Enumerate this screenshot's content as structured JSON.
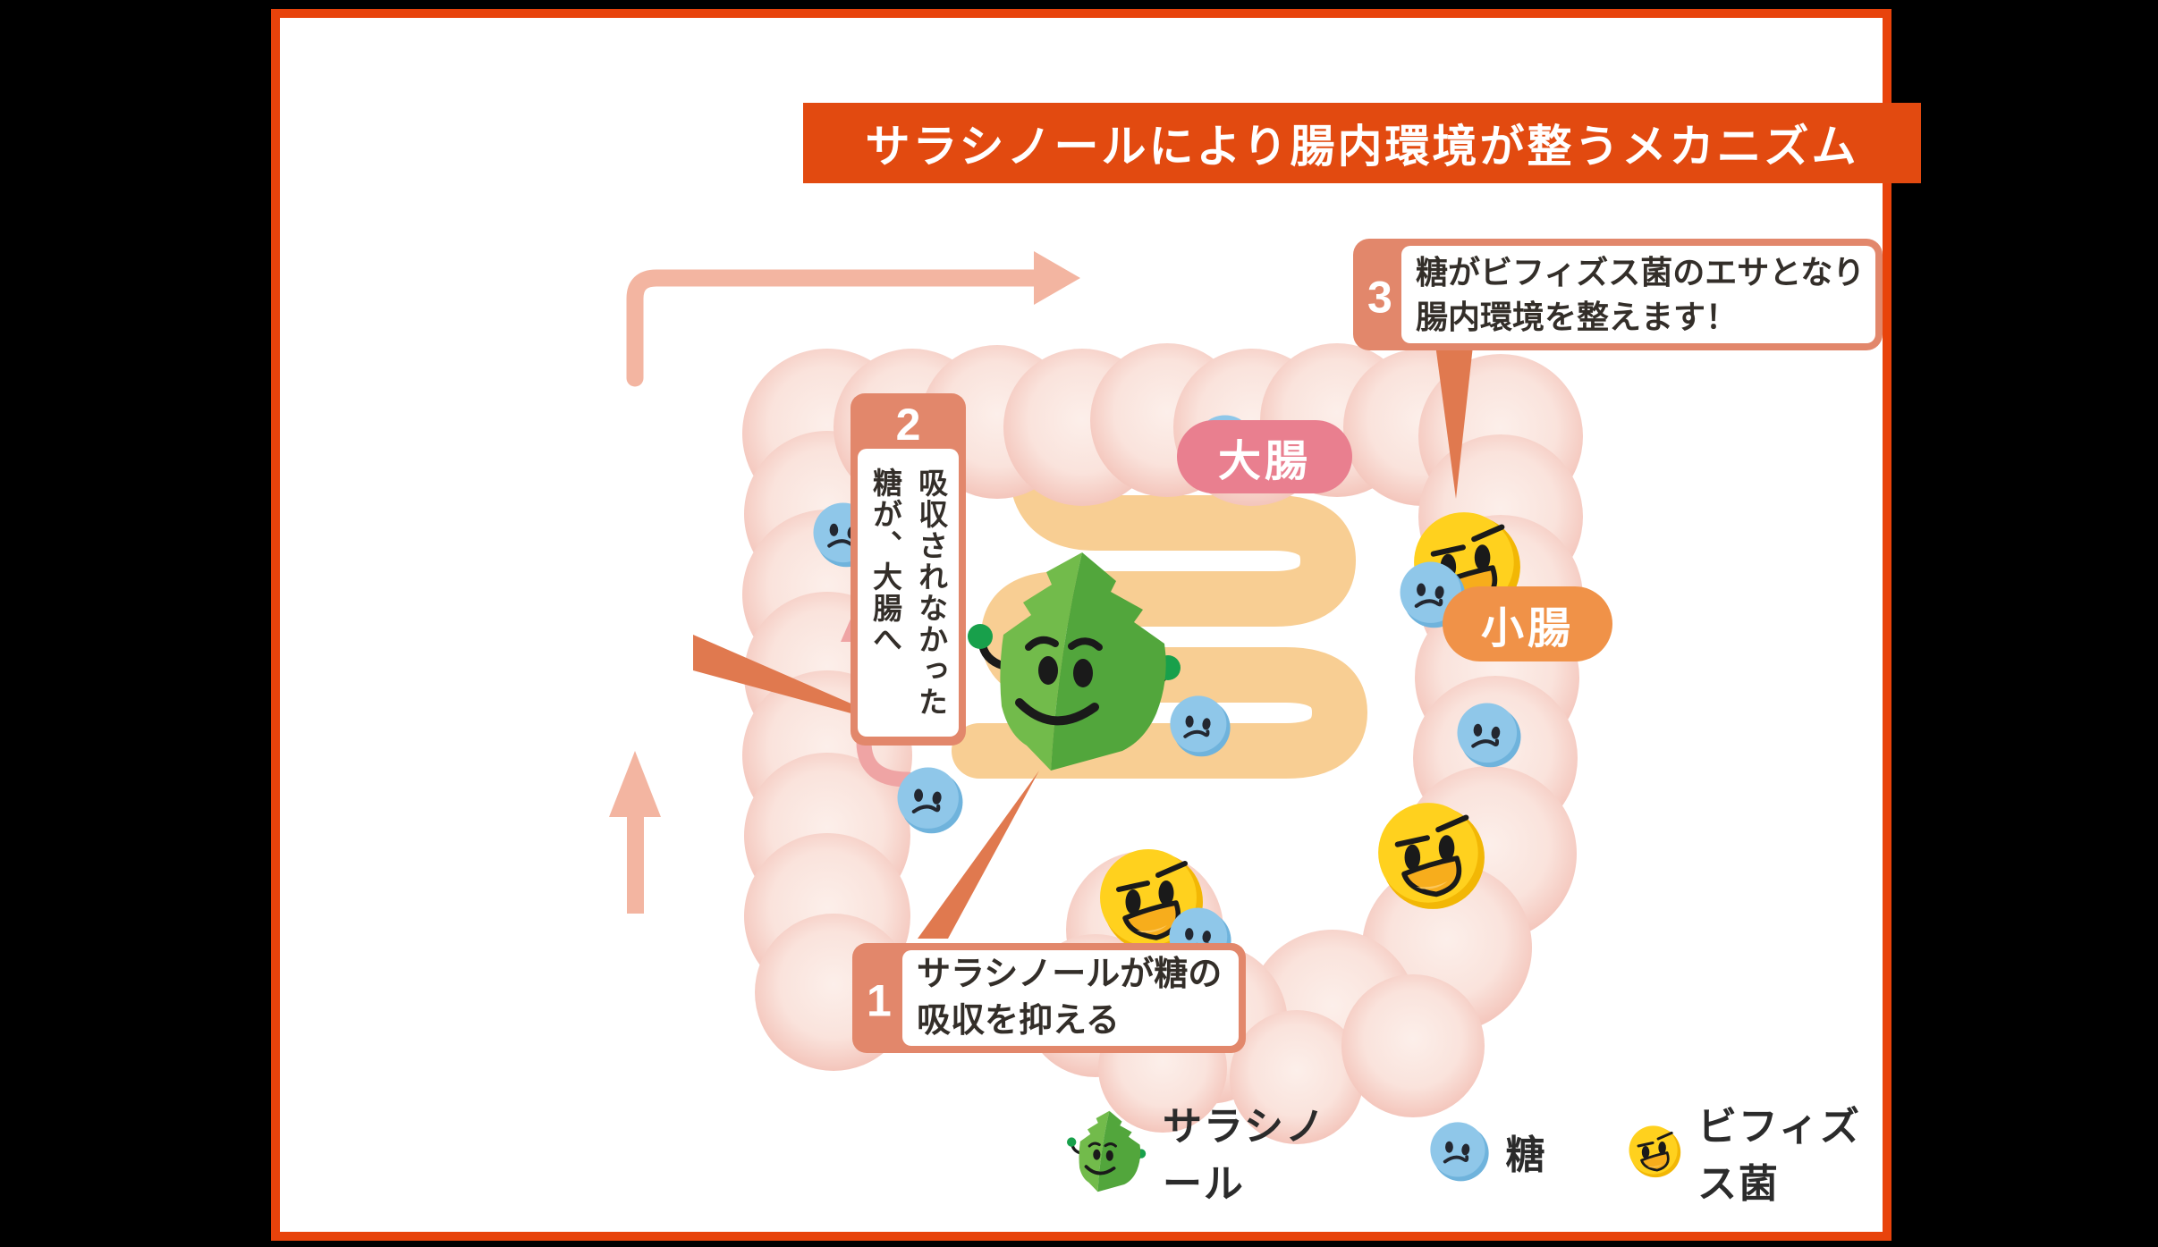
{
  "title": "サラシノールにより腸内環境が整うメカニズム",
  "callouts": {
    "step1": {
      "number": "1",
      "lines": [
        "サラシノールが糖の",
        "吸収を抑える"
      ]
    },
    "step2": {
      "number": "2",
      "lines": [
        "吸収されなかった",
        "糖が、大腸へ"
      ]
    },
    "step3": {
      "number": "3",
      "lines": [
        "糖がビフィズス菌のエサとなり",
        "腸内環境を整えます！"
      ]
    }
  },
  "labels": {
    "large_intestine": "大腸",
    "small_intestine": "小腸"
  },
  "legend": [
    {
      "icon": "salacinol-leaf-icon",
      "label": "サラシノール"
    },
    {
      "icon": "sugar-face-icon",
      "label": "糖"
    },
    {
      "icon": "bifidobacteria-face-icon",
      "label": "ビフィズス菌"
    }
  ],
  "colors": {
    "frame_border": "#E8430B",
    "banner": "#E24A10",
    "callout_frame": "#E2876B",
    "callout_tail": "#E0794F",
    "arrow_salmon": "#F3B5A1",
    "arrow_pink": "#EFA4A4",
    "colon_light": "#FBE9E3",
    "colon_edge": "#F2BCB2",
    "small_intestine": "#F8CE93",
    "badge_large_intestine": "#E97F8F",
    "badge_small_intestine": "#F09248",
    "leaf_light": "#72BB4B",
    "leaf_dark": "#52A63C",
    "sugar_blue": "#8FC7E9",
    "bifido_yellow": "#FFD11E"
  }
}
